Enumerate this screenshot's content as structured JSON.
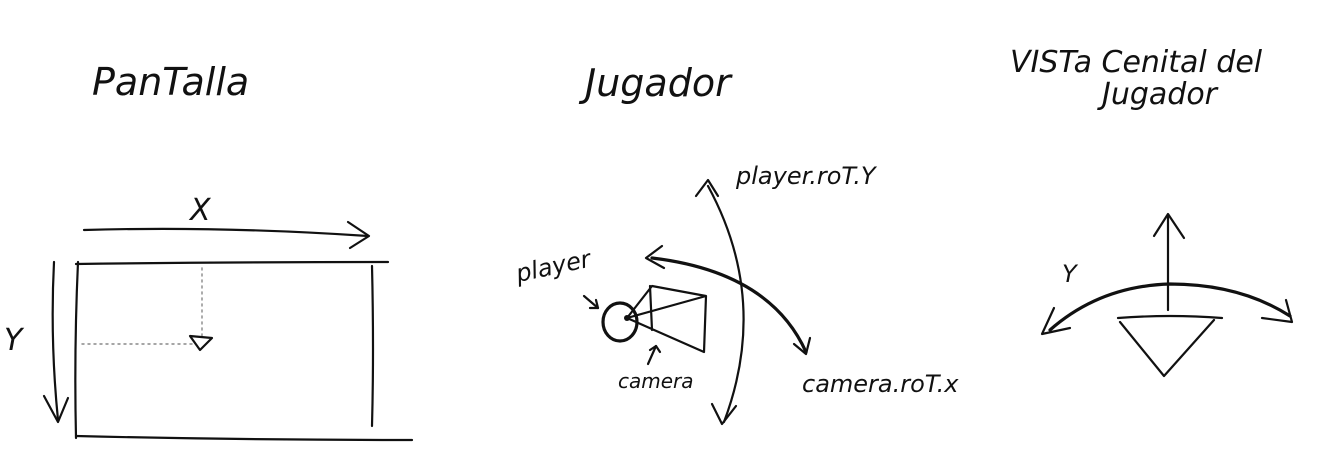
{
  "sections": {
    "screen": {
      "title": "PanTalla",
      "axis_x": "X",
      "axis_y": "Y"
    },
    "player": {
      "title": "Jugador",
      "label_player": "player",
      "label_camera": "camera",
      "label_player_rot_y": "player.roT.Y",
      "label_camera_rot_x": "camera.roT.x"
    },
    "top_view": {
      "title_line1": "VISTa Cenital del",
      "title_line2": "Jugador",
      "axis_y": "Y"
    }
  }
}
